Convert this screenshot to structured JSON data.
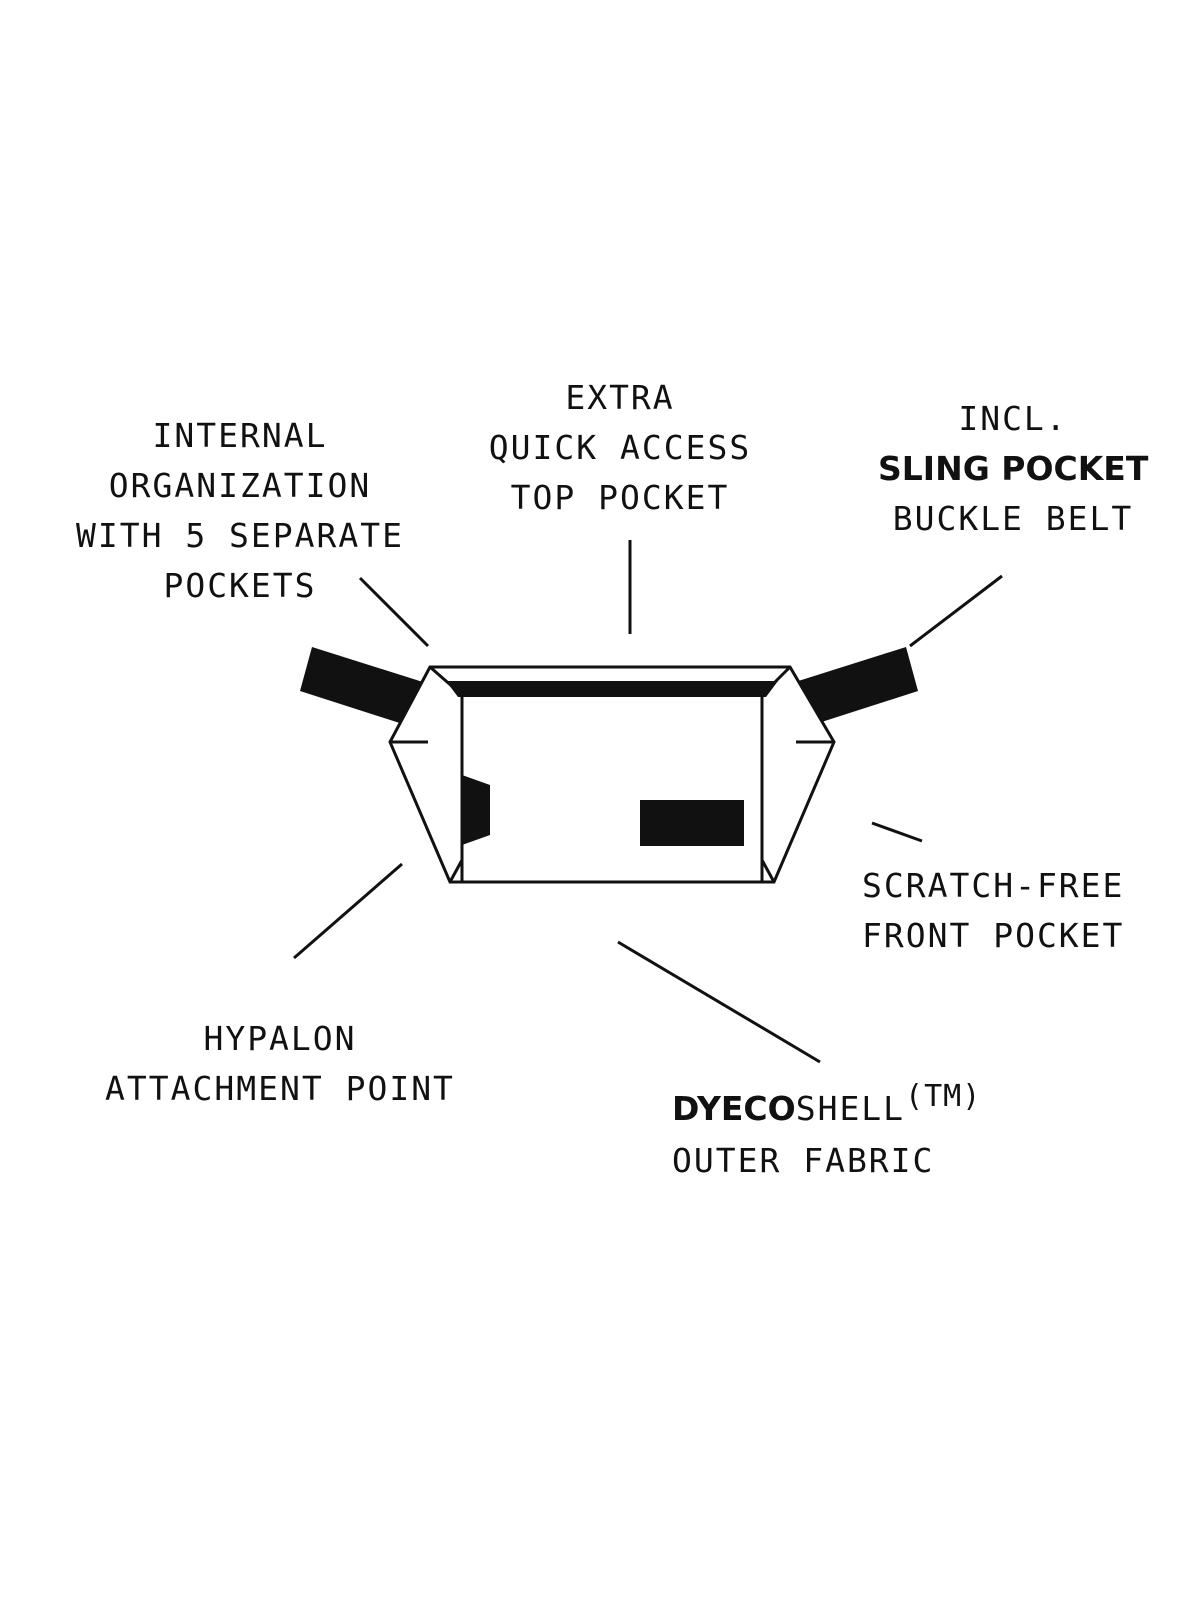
{
  "callouts": {
    "internal_organization": {
      "lines": [
        "INTERNAL",
        "ORGANIZATION",
        "WITH 5 SEPARATE",
        "POCKETS"
      ]
    },
    "top_pocket": {
      "lines": [
        "EXTRA",
        "QUICK ACCESS",
        "TOP POCKET"
      ]
    },
    "sling_pocket": {
      "line1": "INCL.",
      "line2_bold": "SLING POCKET",
      "line3": "BUCKLE BELT"
    },
    "front_pocket": {
      "lines": [
        "SCRATCH-FREE",
        "FRONT POCKET"
      ]
    },
    "hypalon": {
      "lines": [
        "HYPALON",
        "ATTACHMENT POINT"
      ]
    },
    "outer_fabric": {
      "brand_bold": "DYECO",
      "brand_regular": "SHELL",
      "trademark": "(TM)",
      "line2": "OUTER FABRIC"
    }
  },
  "colors": {
    "ink": "#111111",
    "background": "#ffffff"
  }
}
